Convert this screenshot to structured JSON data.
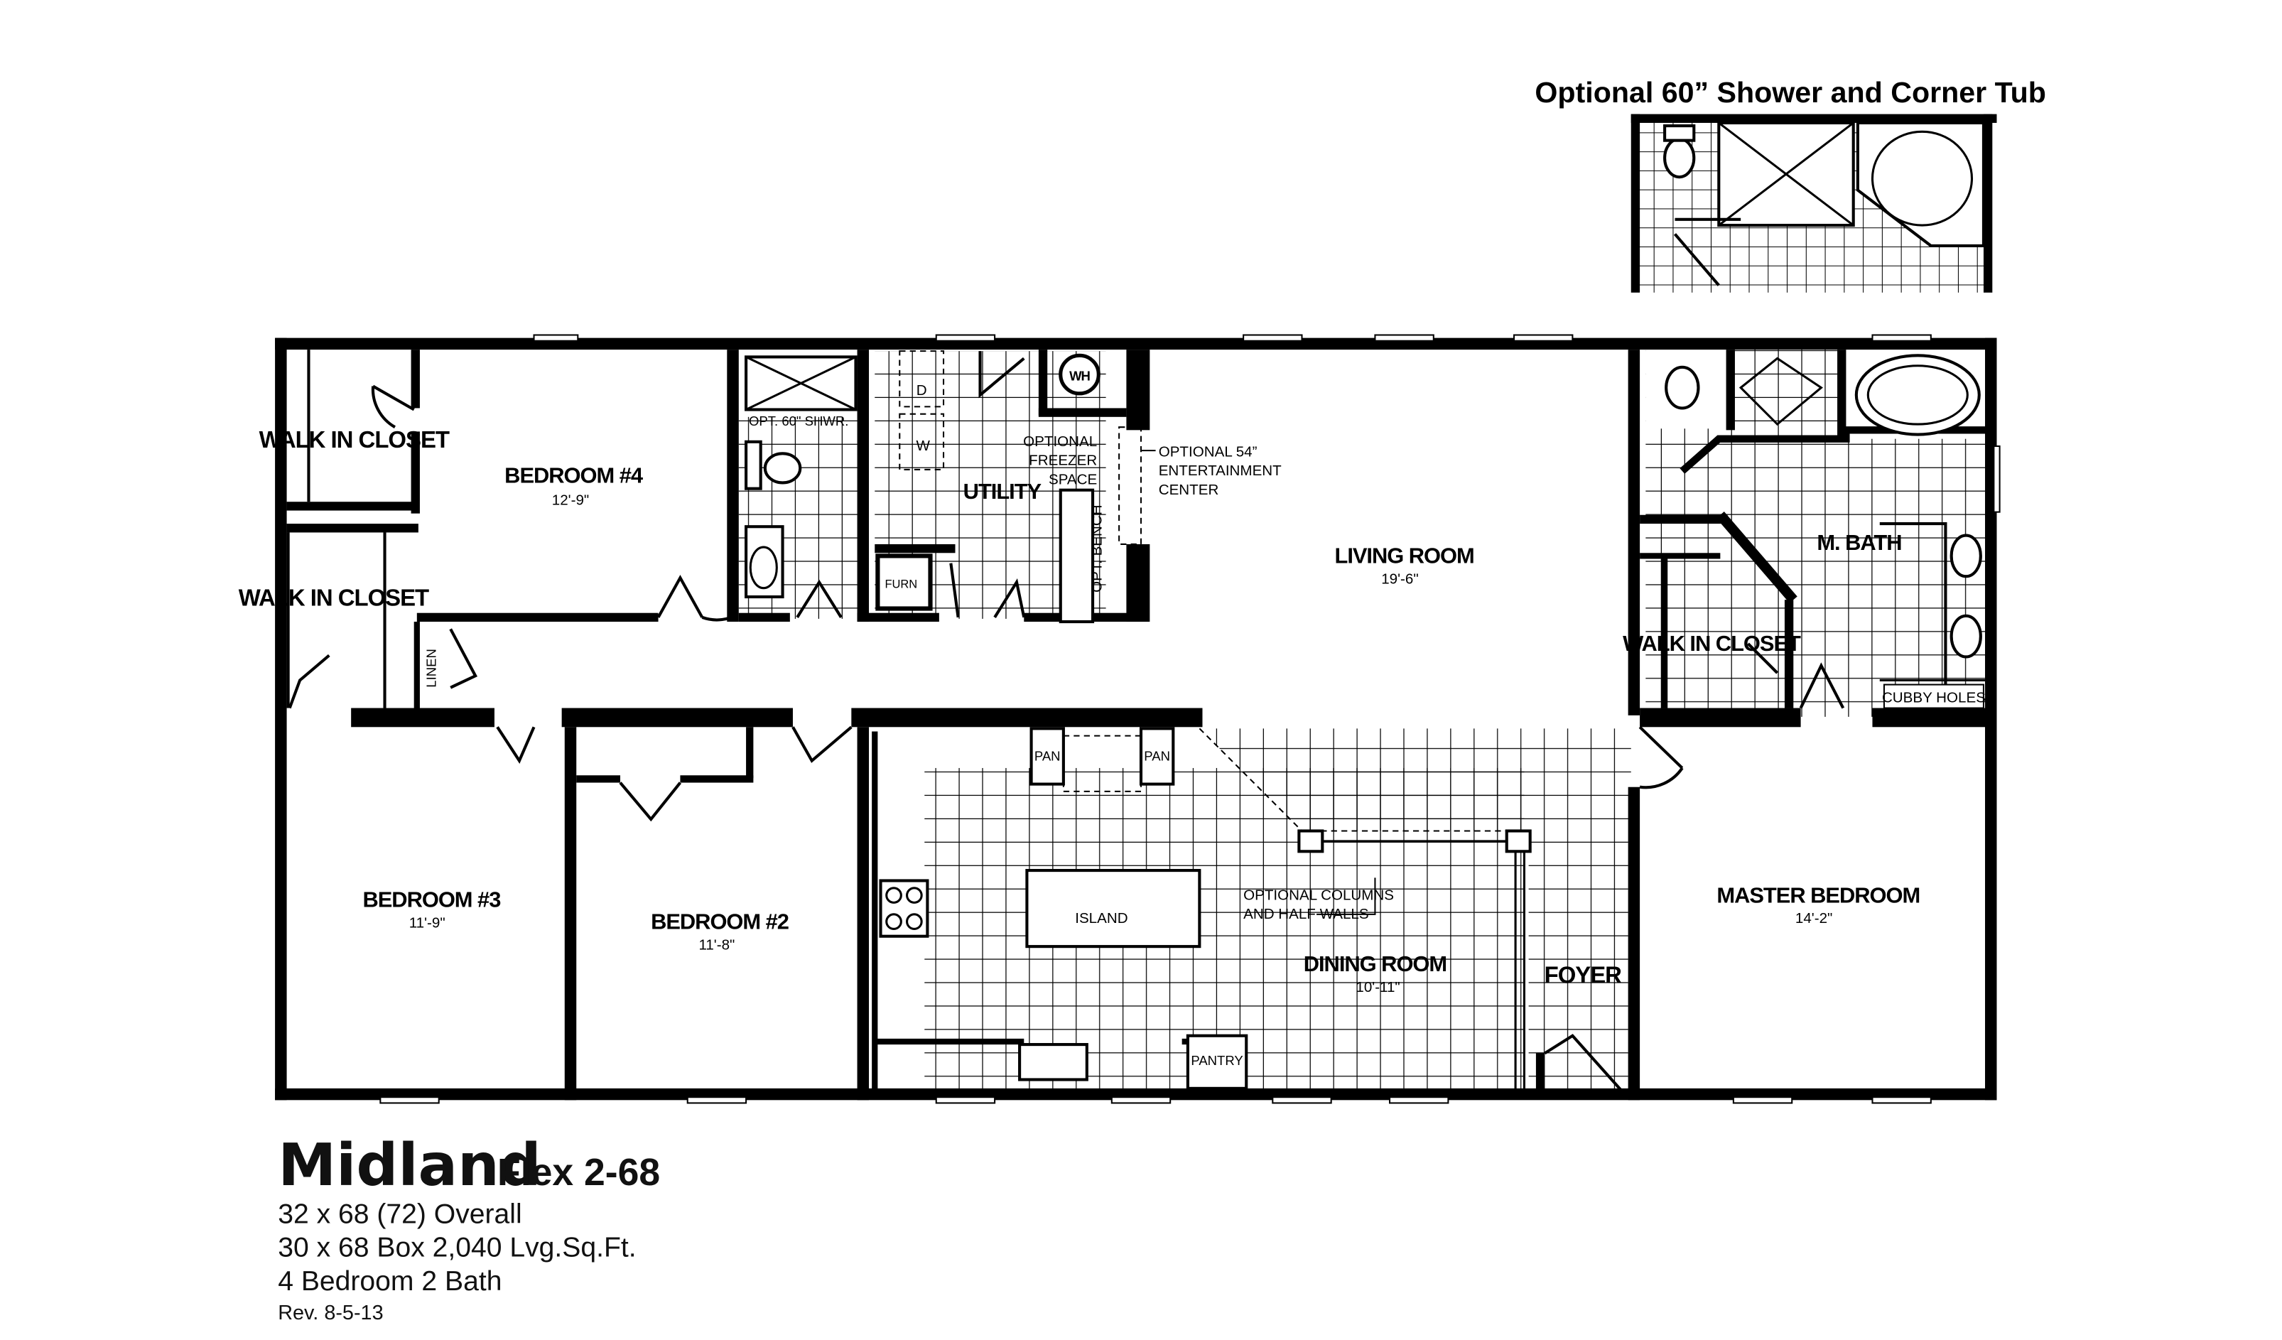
{
  "inset": {
    "title": "Optional 60” Shower and Corner Tub"
  },
  "rooms": {
    "walk_in_closet_1": "WALK IN CLOSET",
    "walk_in_closet_2": "WALK IN CLOSET",
    "bedroom4": {
      "name": "BEDROOM #4",
      "size": "12'-9\""
    },
    "opt_shower": "OPT. 60\" SHWR.",
    "utility": "UTILITY",
    "dryer": "D",
    "washer": "W",
    "water_heater": "WH",
    "furnace": "FURN",
    "freezer": [
      "OPTIONAL",
      "FREEZER",
      "SPACE"
    ],
    "bench": "OPT. BENCH",
    "entertainment": [
      "OPTIONAL 54”",
      "ENTERTAINMENT",
      "CENTER"
    ],
    "living": {
      "name": "LIVING ROOM",
      "size": "19'-6\""
    },
    "master_bath": "M. BATH",
    "walk_in_closet_3": "WALK IN CLOSET",
    "cubby": "CUBBY HOLES",
    "linen": "LINEN",
    "bedroom3": {
      "name": "BEDROOM #3",
      "size": "11'-9\""
    },
    "bedroom2": {
      "name": "BEDROOM #2",
      "size": "11'-8\""
    },
    "pantry_1": "PAN",
    "pantry_2": "PAN",
    "island": "ISLAND",
    "columns": [
      "OPTIONAL COLUMNS",
      "AND HALF WALLS"
    ],
    "dining": {
      "name": "DINING ROOM",
      "size": "10'-11\""
    },
    "foyer": "FOYER",
    "pantry": "PANTRY",
    "master_bedroom": {
      "name": "MASTER BEDROOM",
      "size": "14'-2\""
    }
  },
  "info": {
    "model": "Midland",
    "series": "Flex 2-68",
    "overall": "32 x 68 (72) Overall",
    "box": "30 x 68 Box  2,040 Lvg.Sq.Ft.",
    "beds_baths": "4 Bedroom  2 Bath",
    "revision": "Rev. 8-5-13"
  }
}
